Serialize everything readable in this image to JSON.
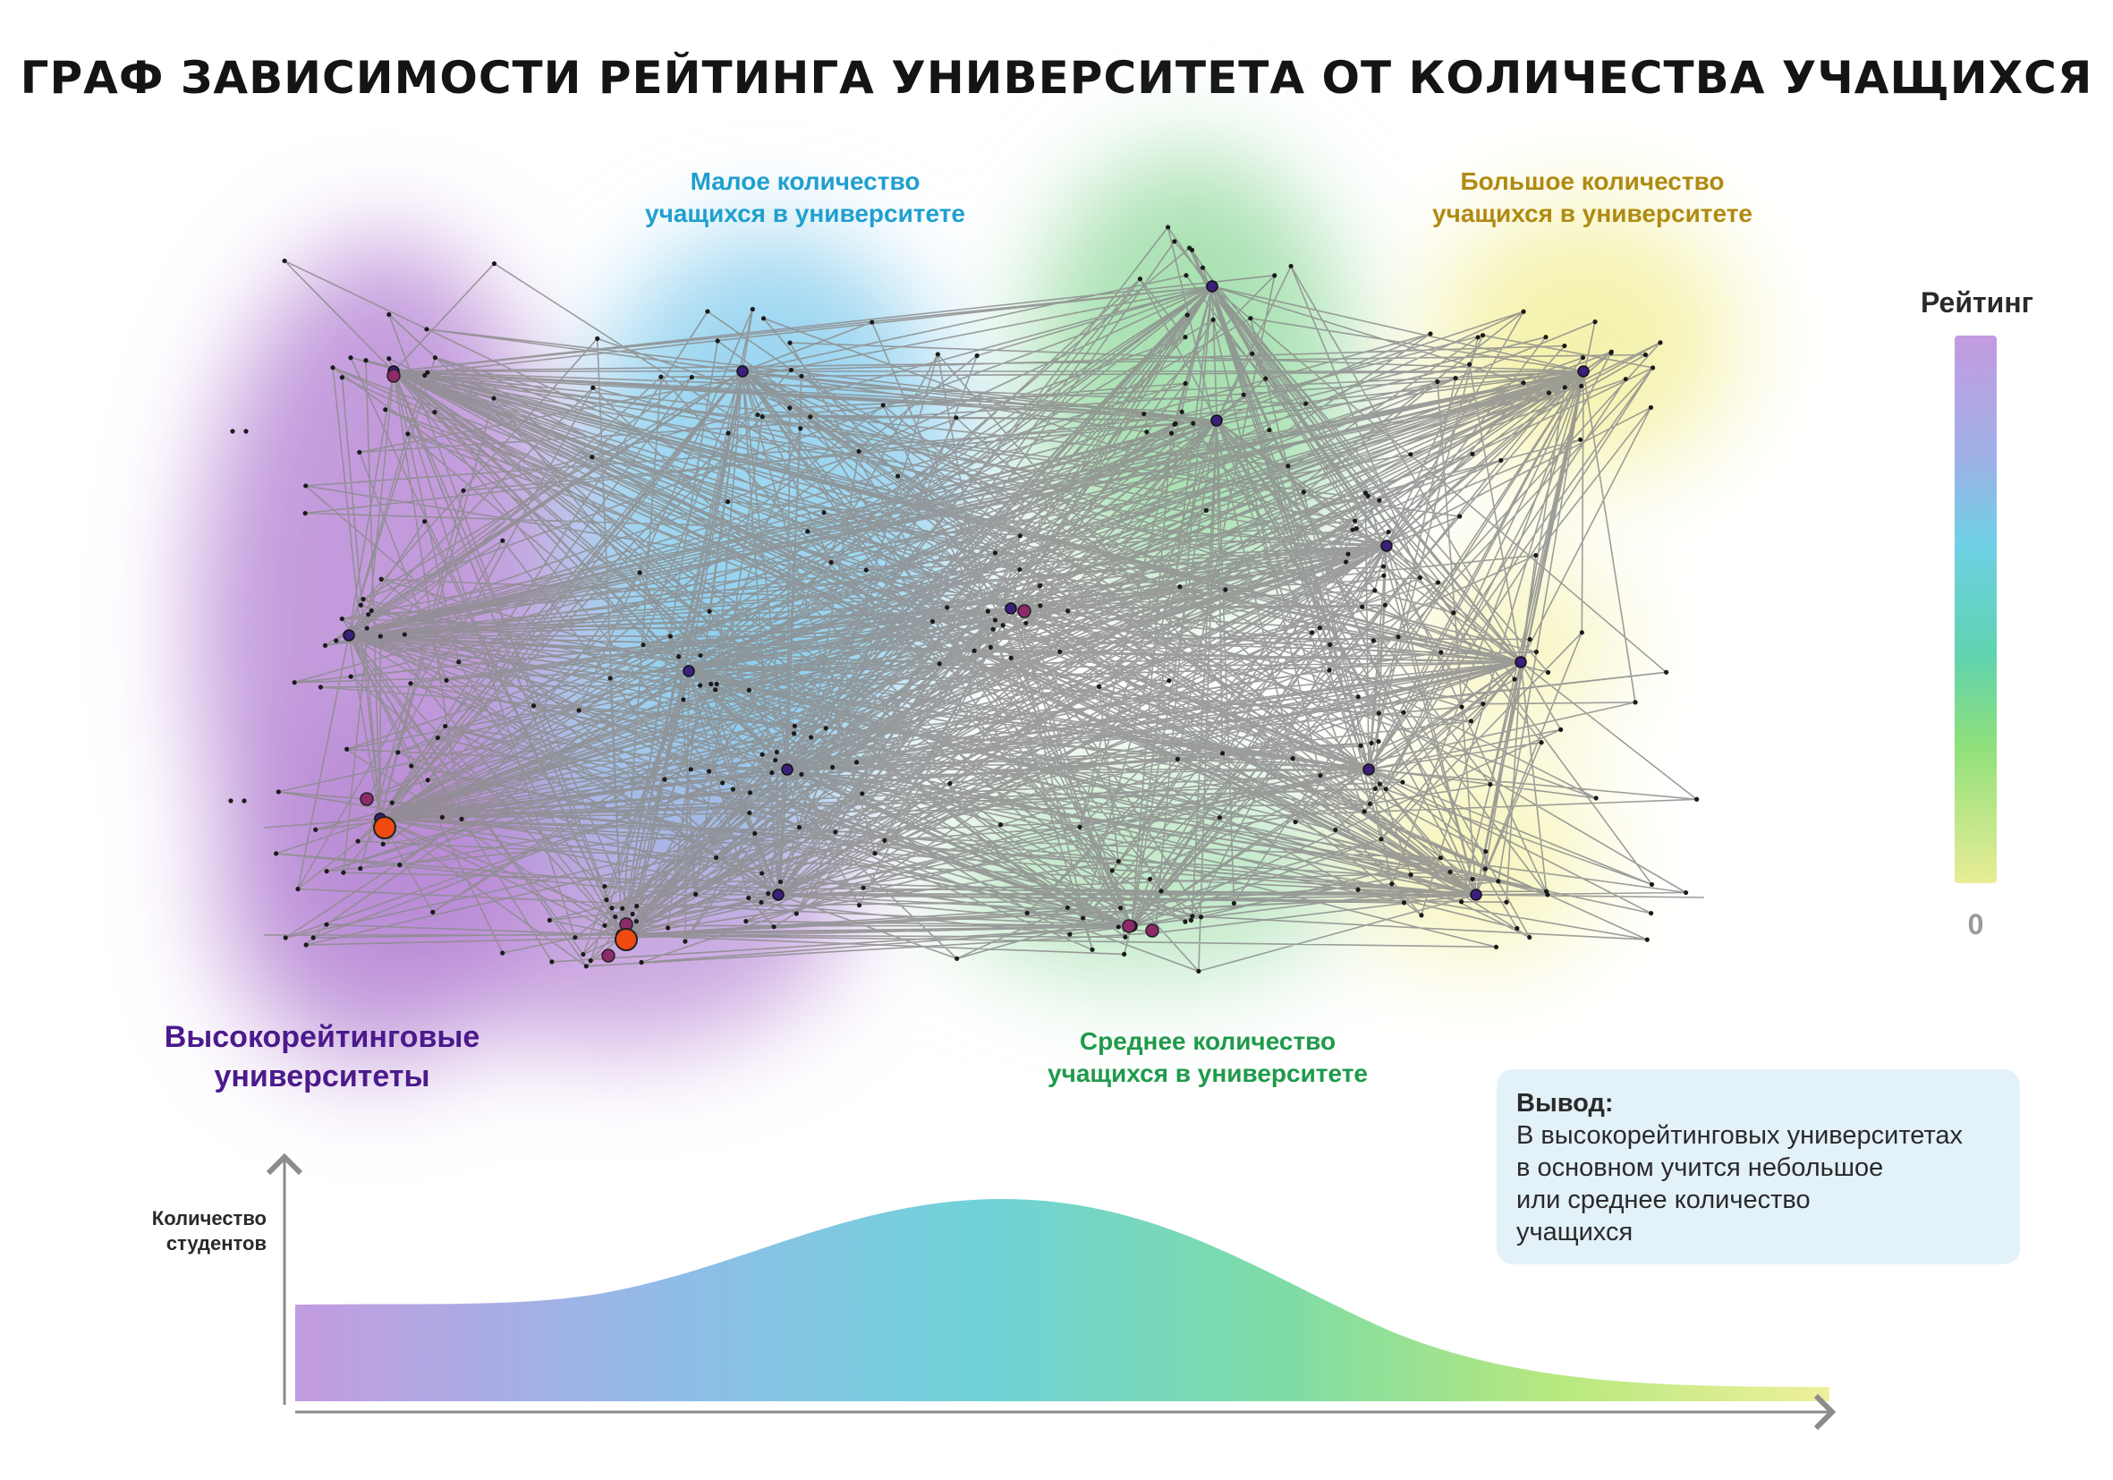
{
  "title": "ГРАФ ЗАВИСИМОСТИ РЕЙТИНГА УНИВЕРСИТЕТА ОТ КОЛИЧЕСТВА УЧАЩИХСЯ",
  "clusters": {
    "small": "Малое количество\nучащихся в университете",
    "large": "Большое количество\nучащихся в университете",
    "medium": "Среднее количество\nучащихся в университете",
    "high_rated": "Высокорейтинговые\nуниверситеты"
  },
  "legend": {
    "title": "Рейтинг",
    "min_label": "0",
    "colors": [
      "#c39be0",
      "#9fb0e6",
      "#6fd0e6",
      "#5fd3b0",
      "#8fe07a",
      "#e8ec96"
    ]
  },
  "conclusion": {
    "title": "Вывод:",
    "text": "В высокорейтинговых университетах\nв основном учится небольшое\nили среднее количество\nучащихся"
  },
  "distribution": {
    "ylabel": "Количество\nстудентов"
  },
  "colors": {
    "edge": "#8c8c8c",
    "node": "#1a1a1a",
    "hub": "#3b1f7a",
    "mid_hub": "#8e2a6a",
    "top_node": "#f04a10",
    "purple_glow": "#b98ad6",
    "blue_glow": "#7cc8ec",
    "green_glow": "#8ed79a",
    "yellow_glow": "#f2ef9a"
  }
}
